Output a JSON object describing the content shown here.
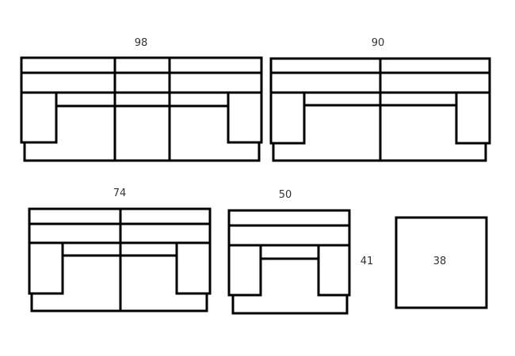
{
  "items": [
    {
      "name": "sofa-3-seat",
      "width_label": "98"
    },
    {
      "name": "sofa-2-seat-large",
      "width_label": "90"
    },
    {
      "name": "sofa-2-seat",
      "width_label": "74"
    },
    {
      "name": "armchair",
      "width_label": "50",
      "depth_label": "41"
    },
    {
      "name": "ottoman",
      "size_label": "38"
    }
  ],
  "colors": {
    "line": "#000000",
    "text": "#333333"
  }
}
